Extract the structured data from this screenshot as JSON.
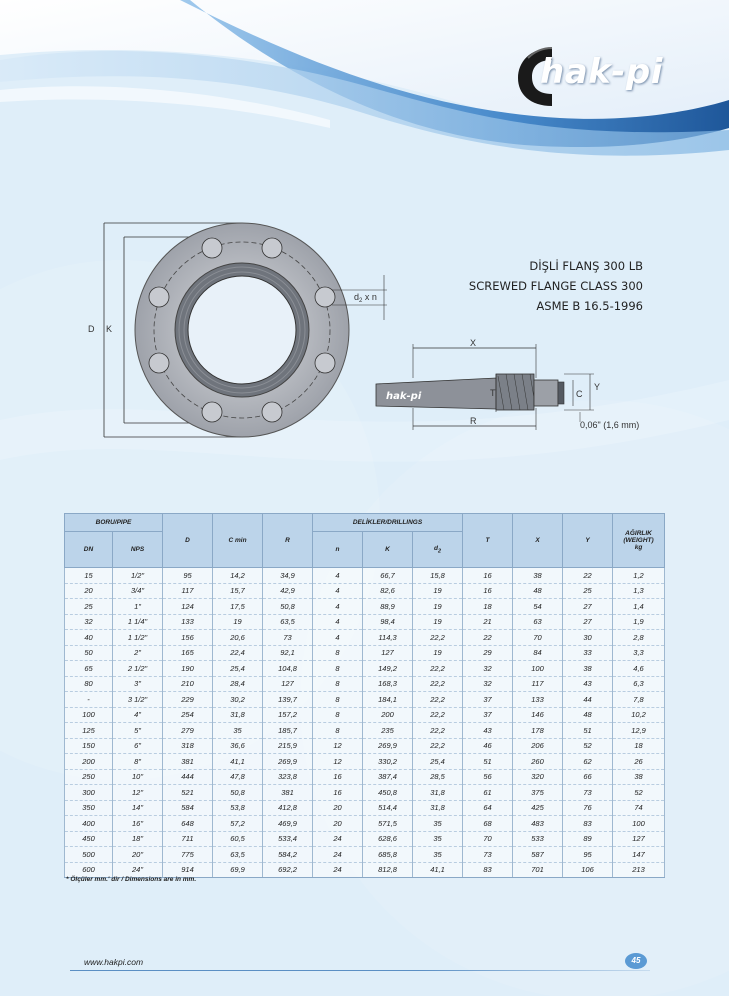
{
  "brand": {
    "logo_text": "hak-pi",
    "logo_letter": "C",
    "website": "www.hakpi.com",
    "page_number": "45"
  },
  "titles": {
    "line1": "DİŞLİ FLANŞ 300 LB",
    "line2": "SCREWED FLANGE CLASS 300",
    "line3": "ASME B 16.5-1996"
  },
  "drawing": {
    "label_d": "D",
    "label_k": "K",
    "label_d2n": "d",
    "label_d2n_sub": "2",
    "label_d2n_suffix": " x n",
    "label_x": "X",
    "label_r": "R",
    "label_t": "T",
    "label_c": "C",
    "label_y": "Y",
    "label_gap": "0,06\" (1,6 mm)",
    "side_brand": "hak-pi"
  },
  "table": {
    "group_pipe": "BORU/PIPE",
    "group_drillings": "DELİKLER/DRILLINGS",
    "col_dn": "DN",
    "col_nps": "NPS",
    "col_d": "D",
    "col_cmin": "C min",
    "col_r": "R",
    "col_n": "n",
    "col_k": "K",
    "col_d2": "d",
    "col_d2_sub": "2",
    "col_t": "T",
    "col_x": "X",
    "col_y": "Y",
    "col_weight_1": "AĞIRLIK",
    "col_weight_2": "(WEIGHT)",
    "col_weight_3": "kg",
    "rows": [
      [
        "15",
        "1/2\"",
        "95",
        "14,2",
        "34,9",
        "4",
        "66,7",
        "15,8",
        "16",
        "38",
        "22",
        "1,2"
      ],
      [
        "20",
        "3/4\"",
        "117",
        "15,7",
        "42,9",
        "4",
        "82,6",
        "19",
        "16",
        "48",
        "25",
        "1,3"
      ],
      [
        "25",
        "1\"",
        "124",
        "17,5",
        "50,8",
        "4",
        "88,9",
        "19",
        "18",
        "54",
        "27",
        "1,4"
      ],
      [
        "32",
        "1 1/4\"",
        "133",
        "19",
        "63,5",
        "4",
        "98,4",
        "19",
        "21",
        "63",
        "27",
        "1,9"
      ],
      [
        "40",
        "1 1/2\"",
        "156",
        "20,6",
        "73",
        "4",
        "114,3",
        "22,2",
        "22",
        "70",
        "30",
        "2,8"
      ],
      [
        "50",
        "2\"",
        "165",
        "22,4",
        "92,1",
        "8",
        "127",
        "19",
        "29",
        "84",
        "33",
        "3,3"
      ],
      [
        "65",
        "2 1/2\"",
        "190",
        "25,4",
        "104,8",
        "8",
        "149,2",
        "22,2",
        "32",
        "100",
        "38",
        "4,6"
      ],
      [
        "80",
        "3\"",
        "210",
        "28,4",
        "127",
        "8",
        "168,3",
        "22,2",
        "32",
        "117",
        "43",
        "6,3"
      ],
      [
        "-",
        "3 1/2\"",
        "229",
        "30,2",
        "139,7",
        "8",
        "184,1",
        "22,2",
        "37",
        "133",
        "44",
        "7,8"
      ],
      [
        "100",
        "4\"",
        "254",
        "31,8",
        "157,2",
        "8",
        "200",
        "22,2",
        "37",
        "146",
        "48",
        "10,2"
      ],
      [
        "125",
        "5\"",
        "279",
        "35",
        "185,7",
        "8",
        "235",
        "22,2",
        "43",
        "178",
        "51",
        "12,9"
      ],
      [
        "150",
        "6\"",
        "318",
        "36,6",
        "215,9",
        "12",
        "269,9",
        "22,2",
        "46",
        "206",
        "52",
        "18"
      ],
      [
        "200",
        "8\"",
        "381",
        "41,1",
        "269,9",
        "12",
        "330,2",
        "25,4",
        "51",
        "260",
        "62",
        "26"
      ],
      [
        "250",
        "10\"",
        "444",
        "47,8",
        "323,8",
        "16",
        "387,4",
        "28,5",
        "56",
        "320",
        "66",
        "38"
      ],
      [
        "300",
        "12\"",
        "521",
        "50,8",
        "381",
        "16",
        "450,8",
        "31,8",
        "61",
        "375",
        "73",
        "52"
      ],
      [
        "350",
        "14\"",
        "584",
        "53,8",
        "412,8",
        "20",
        "514,4",
        "31,8",
        "64",
        "425",
        "76",
        "74"
      ],
      [
        "400",
        "16\"",
        "648",
        "57,2",
        "469,9",
        "20",
        "571,5",
        "35",
        "68",
        "483",
        "83",
        "100"
      ],
      [
        "450",
        "18\"",
        "711",
        "60,5",
        "533,4",
        "24",
        "628,6",
        "35",
        "70",
        "533",
        "89",
        "127"
      ],
      [
        "500",
        "20\"",
        "775",
        "63,5",
        "584,2",
        "24",
        "685,8",
        "35",
        "73",
        "587",
        "95",
        "147"
      ],
      [
        "600",
        "24\"",
        "914",
        "69,9",
        "692,2",
        "24",
        "812,8",
        "41,1",
        "83",
        "701",
        "106",
        "213"
      ]
    ]
  },
  "footnote": "* Ölçüler mm.' dir / Dimensions are in mm.",
  "colors": {
    "header_bg": "#bcd4ea",
    "wave_dark": "#1d5fa8",
    "accent": "#5b9ad4"
  }
}
